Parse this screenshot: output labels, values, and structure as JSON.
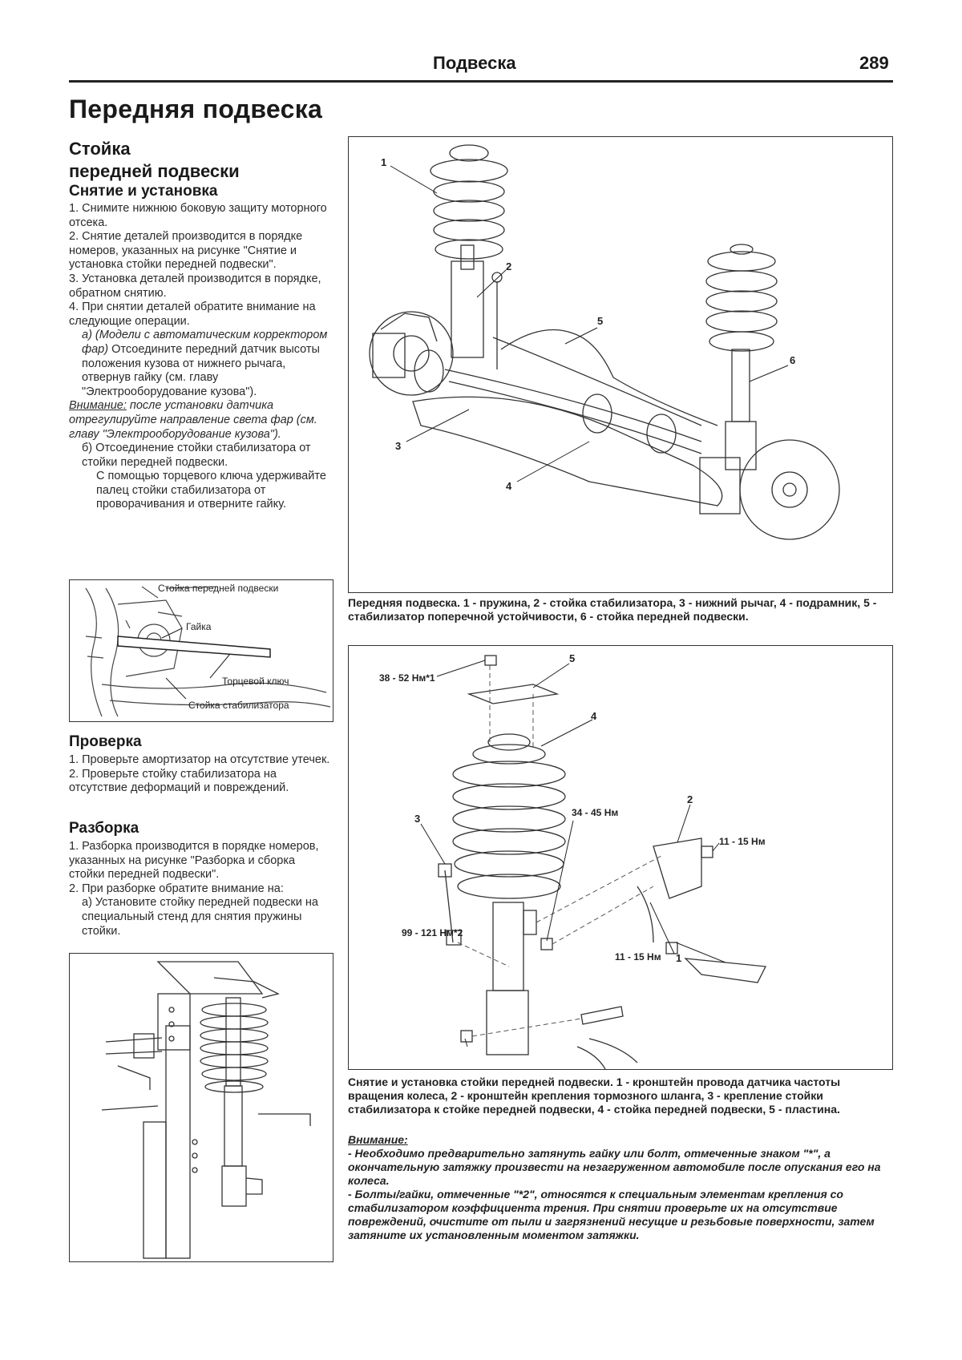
{
  "header": {
    "section": "Подвеска",
    "page_number": "289"
  },
  "title": "Передняя подвеска",
  "strut": {
    "heading_line1": "Стойка",
    "heading_line2": "передней подвески",
    "removal_heading": "Снятие и установка",
    "steps": [
      "1. Снимите нижнюю боковую защиту моторного отсека.",
      "2. Снятие деталей производится в порядке номеров, указанных на рисунке \"Снятие и установка стойки передней подвески\".",
      "3. Установка деталей производится в порядке, обратном снятию.",
      "4. При снятии деталей обратите внимание на следующие операции."
    ],
    "step_a_italic": "а) (Модели с автоматическим корректором фар)",
    "step_a_text": "Отсоедините передний датчик высоты положения кузова от нижнего рычага, отвернув гайку (см. главу \"Электрооборудование кузова\").",
    "attention_label": "Внимание:",
    "attention_text": "после установки датчика отрегулируйте направление света фар (см. главу \"Электрооборудование кузова\").",
    "step_b": "б) Отсоединение стойки стабилизатора от стойки передней подвески.",
    "step_b_detail": "С помощью торцевого ключа удерживайте палец стойки стабилизатора от проворачивания и отверните гайку."
  },
  "small_figure": {
    "label_strut": "Стойка передней подвески",
    "label_nut": "Гайка",
    "label_wrench": "Торцевой ключ",
    "label_stabilizer": "Стойка стабилизатора"
  },
  "check": {
    "heading": "Проверка",
    "steps": [
      "1. Проверьте амортизатор на отсутствие утечек.",
      "2. Проверьте стойку стабилизатора на отсутствие деформаций и повреждений."
    ]
  },
  "disassembly": {
    "heading": "Разборка",
    "steps": [
      "1. Разборка производится в порядке номеров, указанных на рисунке \"Разборка и сборка стойки передней подвески\".",
      "2. При разборке обратите внимание на:",
      "а) Установите стойку передней подвески на специальный стенд для снятия пружины стойки."
    ]
  },
  "figure1": {
    "callouts": [
      "1",
      "2",
      "3",
      "4",
      "5",
      "6"
    ],
    "caption": "Передняя подвеска. 1 - пружина, 2 - стойка стабилизатора, 3 - нижний рычаг, 4 - подрамник, 5 - стабилизатор поперечной устойчивости, 6 - стойка передней подвески."
  },
  "figure2": {
    "callouts": [
      "1",
      "2",
      "3",
      "4",
      "5"
    ],
    "torques": {
      "t1": "38 - 52 Нм*1",
      "t2": "34 - 45 Нм",
      "t3": "11 - 15 Нм",
      "t4": "99 - 121 Нм*2",
      "t5": "11 - 15 Нм"
    },
    "caption": "Снятие и установка стойки передней подвески. 1 - кронштейн провода датчика частоты вращения колеса, 2 - кронштейн крепления тормозного шланга, 3 - крепление стойки стабилизатора к стойке передней подвески, 4 - стойка передней подвески, 5 - пластина.",
    "attention_label": "Внимание:",
    "notes": [
      "- Необходимо предварительно затянуть гайку или болт, отмеченные знаком \"*\", а окончательную затяжку произвести на незагруженном автомобиле после опускания его на колеса.",
      "- Болты/гайки, отмеченные \"*2\", относятся к специальным элементам крепления со стабилизатором коэффициента трения. При снятии проверьте их на отсутствие повреждений, очистите от пыли и загрязнений несущие и резьбовые поверхности, затем затяните их установленным моментом затяжки."
    ]
  }
}
